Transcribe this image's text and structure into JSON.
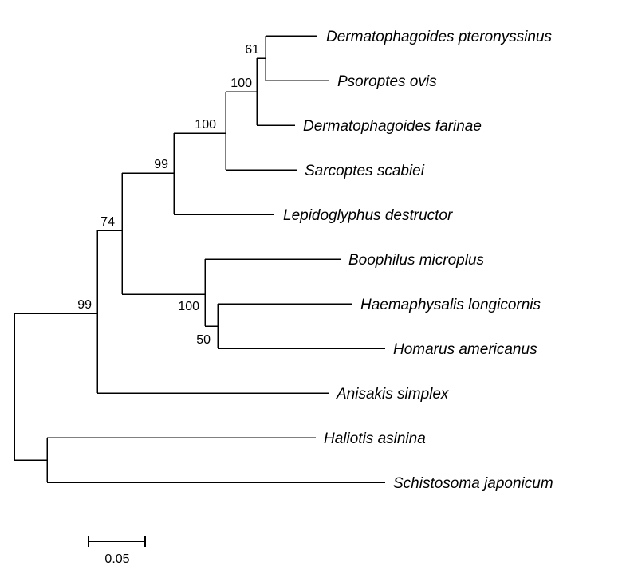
{
  "tree": {
    "taxa": [
      "Dermatophagoides pteronyssinus",
      "Psoroptes ovis",
      "Dermatophagoides farinae",
      "Sarcoptes scabiei",
      "Lepidoglyphus destructor",
      "Boophilus microplus",
      "Haemaphysalis longicornis",
      "Homarus americanus",
      "Anisakis simplex",
      "Haliotis asinina",
      "Schistosoma japonicum"
    ],
    "support": [
      "61",
      "100",
      "100",
      "99",
      "74",
      "100",
      "50",
      "99"
    ],
    "scale_label": "0.05"
  }
}
